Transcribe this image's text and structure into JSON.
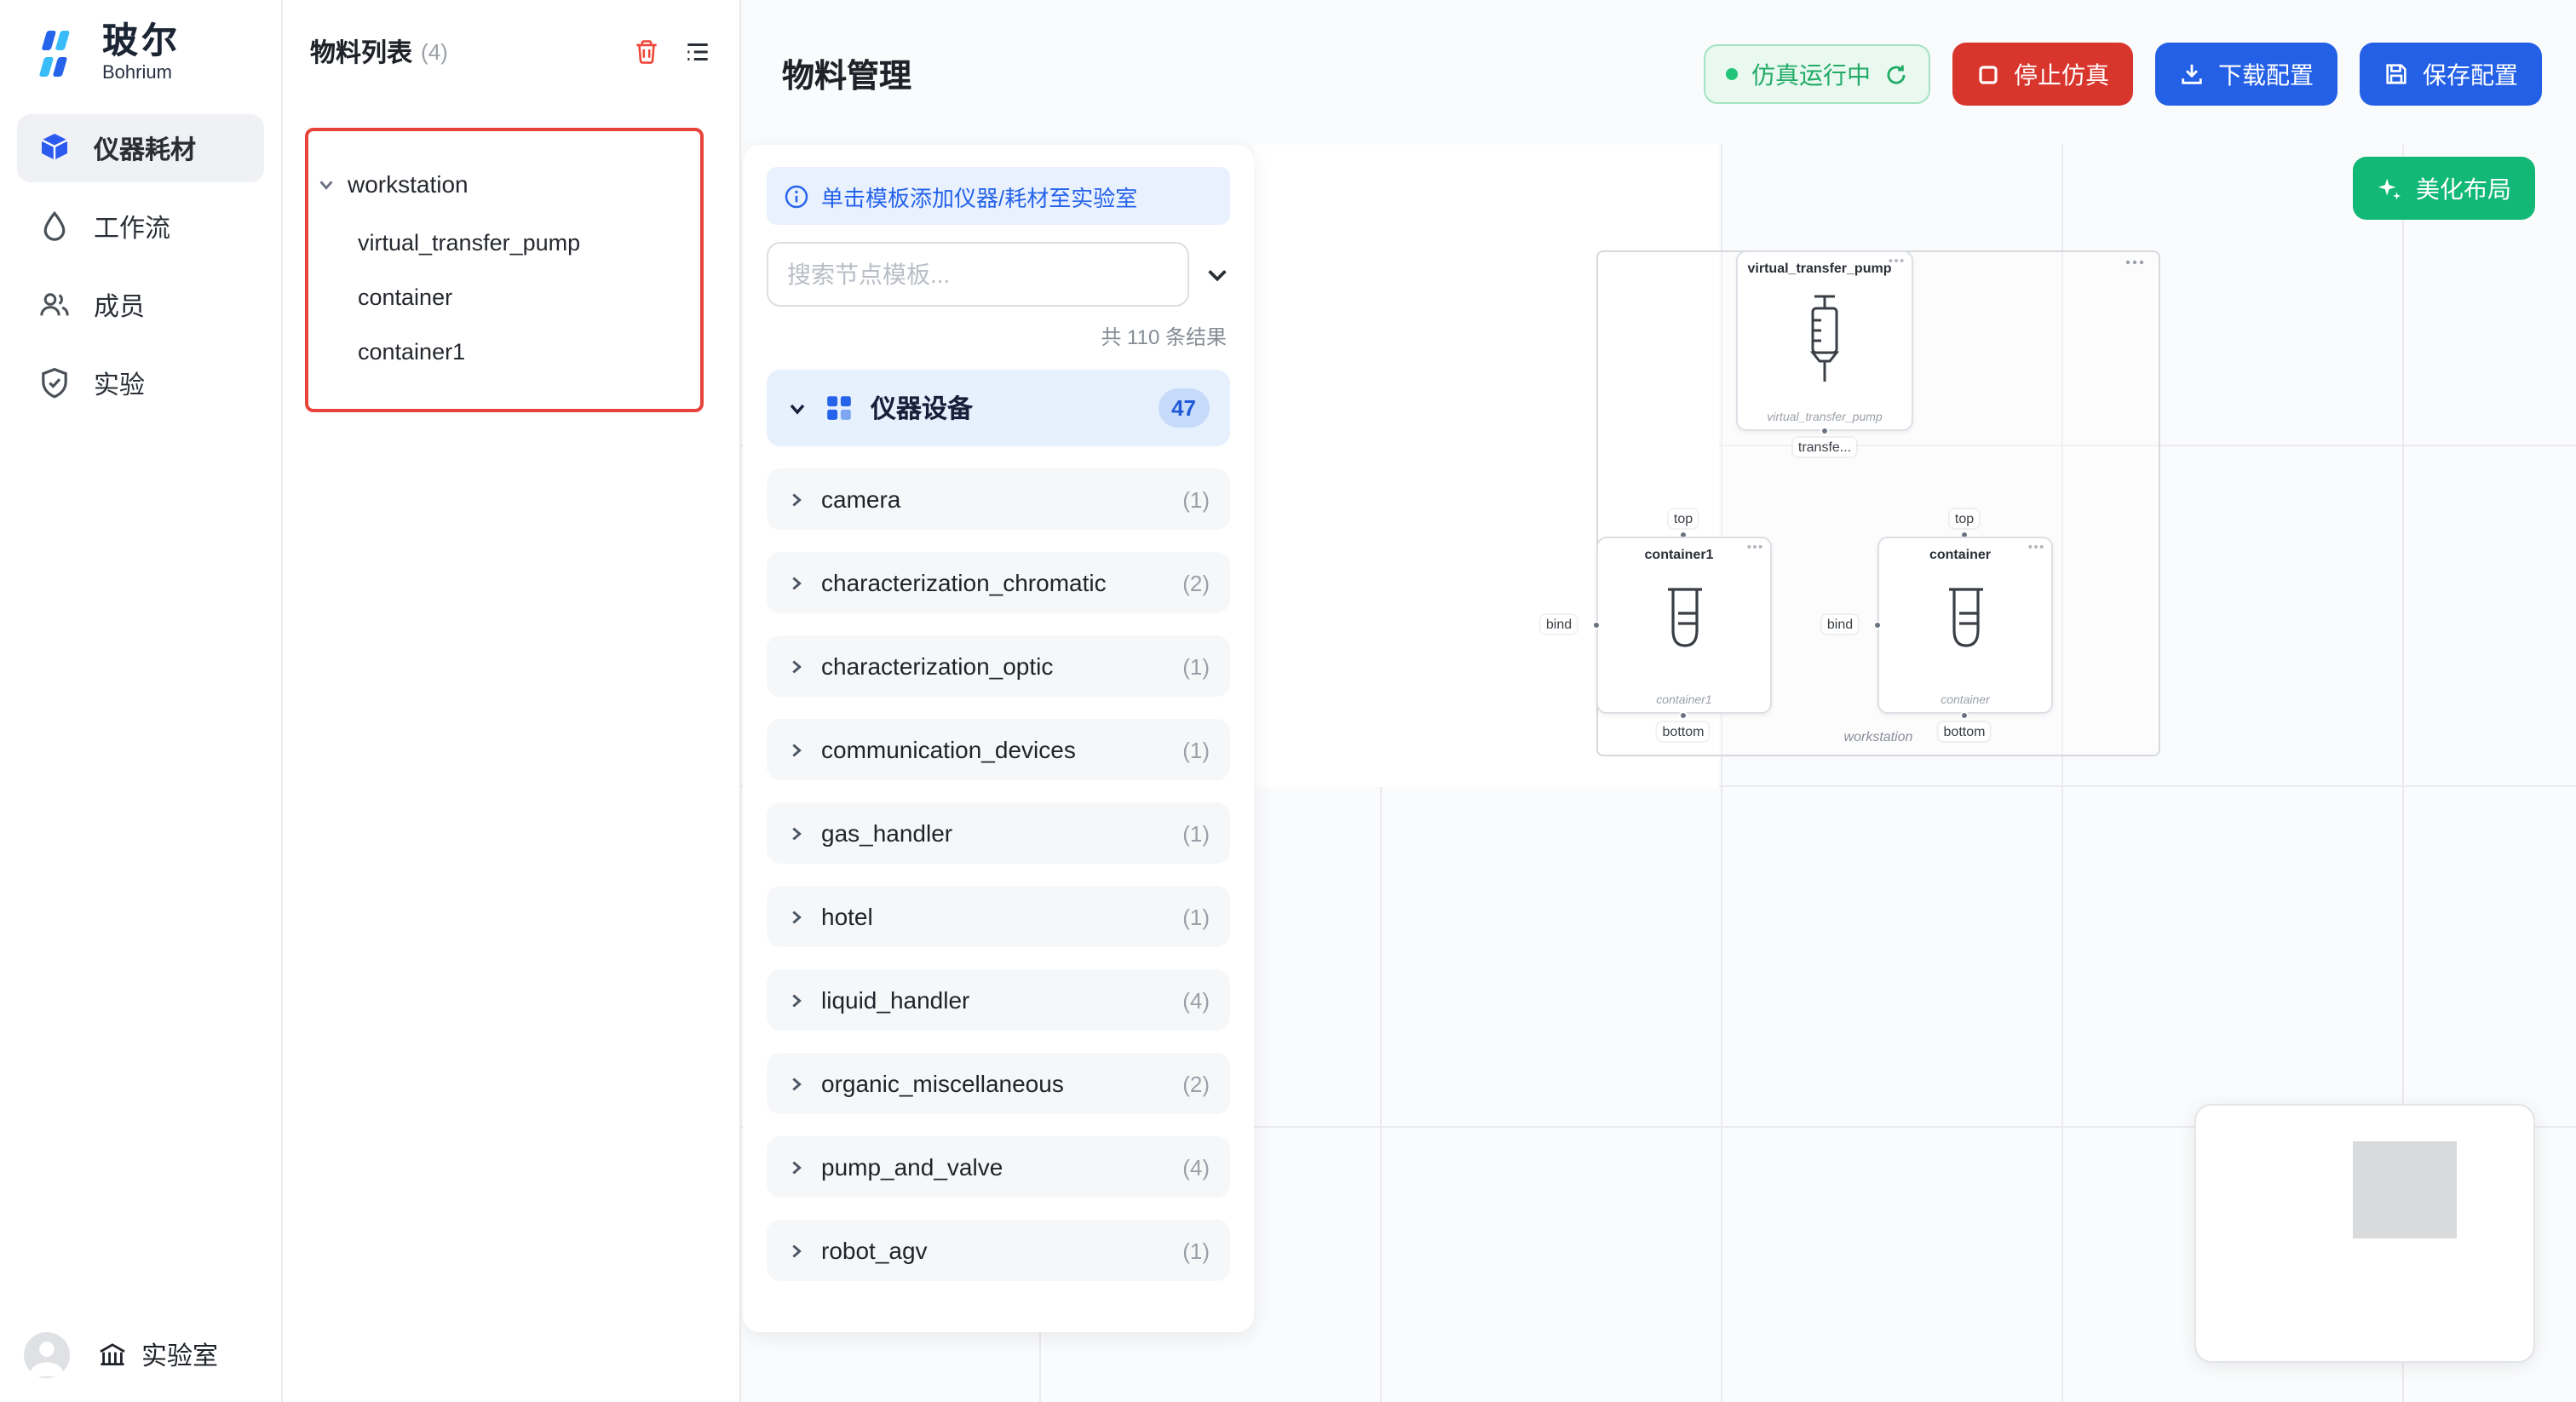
{
  "brand": {
    "name_cn": "玻尔",
    "name_en": "Bohrium"
  },
  "sidebar": {
    "items": [
      {
        "label": "仪器耗材"
      },
      {
        "label": "工作流"
      },
      {
        "label": "成员"
      },
      {
        "label": "实验"
      }
    ],
    "lab_label": "实验室"
  },
  "materials": {
    "title": "物料列表",
    "count": "(4)",
    "root": "workstation",
    "children": [
      "virtual_transfer_pump",
      "container",
      "container1"
    ]
  },
  "header": {
    "title": "物料管理",
    "status": "仿真运行中",
    "stop": "停止仿真",
    "download": "下载配置",
    "save": "保存配置"
  },
  "templates": {
    "banner": "单击模板添加仪器/耗材至实验室",
    "search_placeholder": "搜索节点模板...",
    "results": "共 110 条结果",
    "category": {
      "label": "仪器设备",
      "badge": "47"
    },
    "items": [
      {
        "label": "camera",
        "count": "(1)"
      },
      {
        "label": "characterization_chromatic",
        "count": "(2)"
      },
      {
        "label": "characterization_optic",
        "count": "(1)"
      },
      {
        "label": "communication_devices",
        "count": "(1)"
      },
      {
        "label": "gas_handler",
        "count": "(1)"
      },
      {
        "label": "hotel",
        "count": "(1)"
      },
      {
        "label": "liquid_handler",
        "count": "(4)"
      },
      {
        "label": "organic_miscellaneous",
        "count": "(2)"
      },
      {
        "label": "pump_and_valve",
        "count": "(4)"
      },
      {
        "label": "robot_agv",
        "count": "(1)"
      }
    ]
  },
  "canvas": {
    "beautify": "美化布局",
    "group_label": "workstation",
    "pump": {
      "title": "virtual_transfer_pump",
      "sublabel": "virtual_transfer_pump",
      "port": "transfe..."
    },
    "nodes": [
      {
        "title": "container1",
        "sublabel": "container1"
      },
      {
        "title": "container",
        "sublabel": "container"
      }
    ],
    "ports": {
      "top": "top",
      "bind": "bind",
      "bottom": "bottom"
    }
  },
  "colors": {
    "accent_blue": "#2360e6",
    "danger_red": "#d8352c",
    "success_green": "#12b875",
    "status_green_bg": "#e9f9f0",
    "annotation_red": "#e8433a"
  }
}
